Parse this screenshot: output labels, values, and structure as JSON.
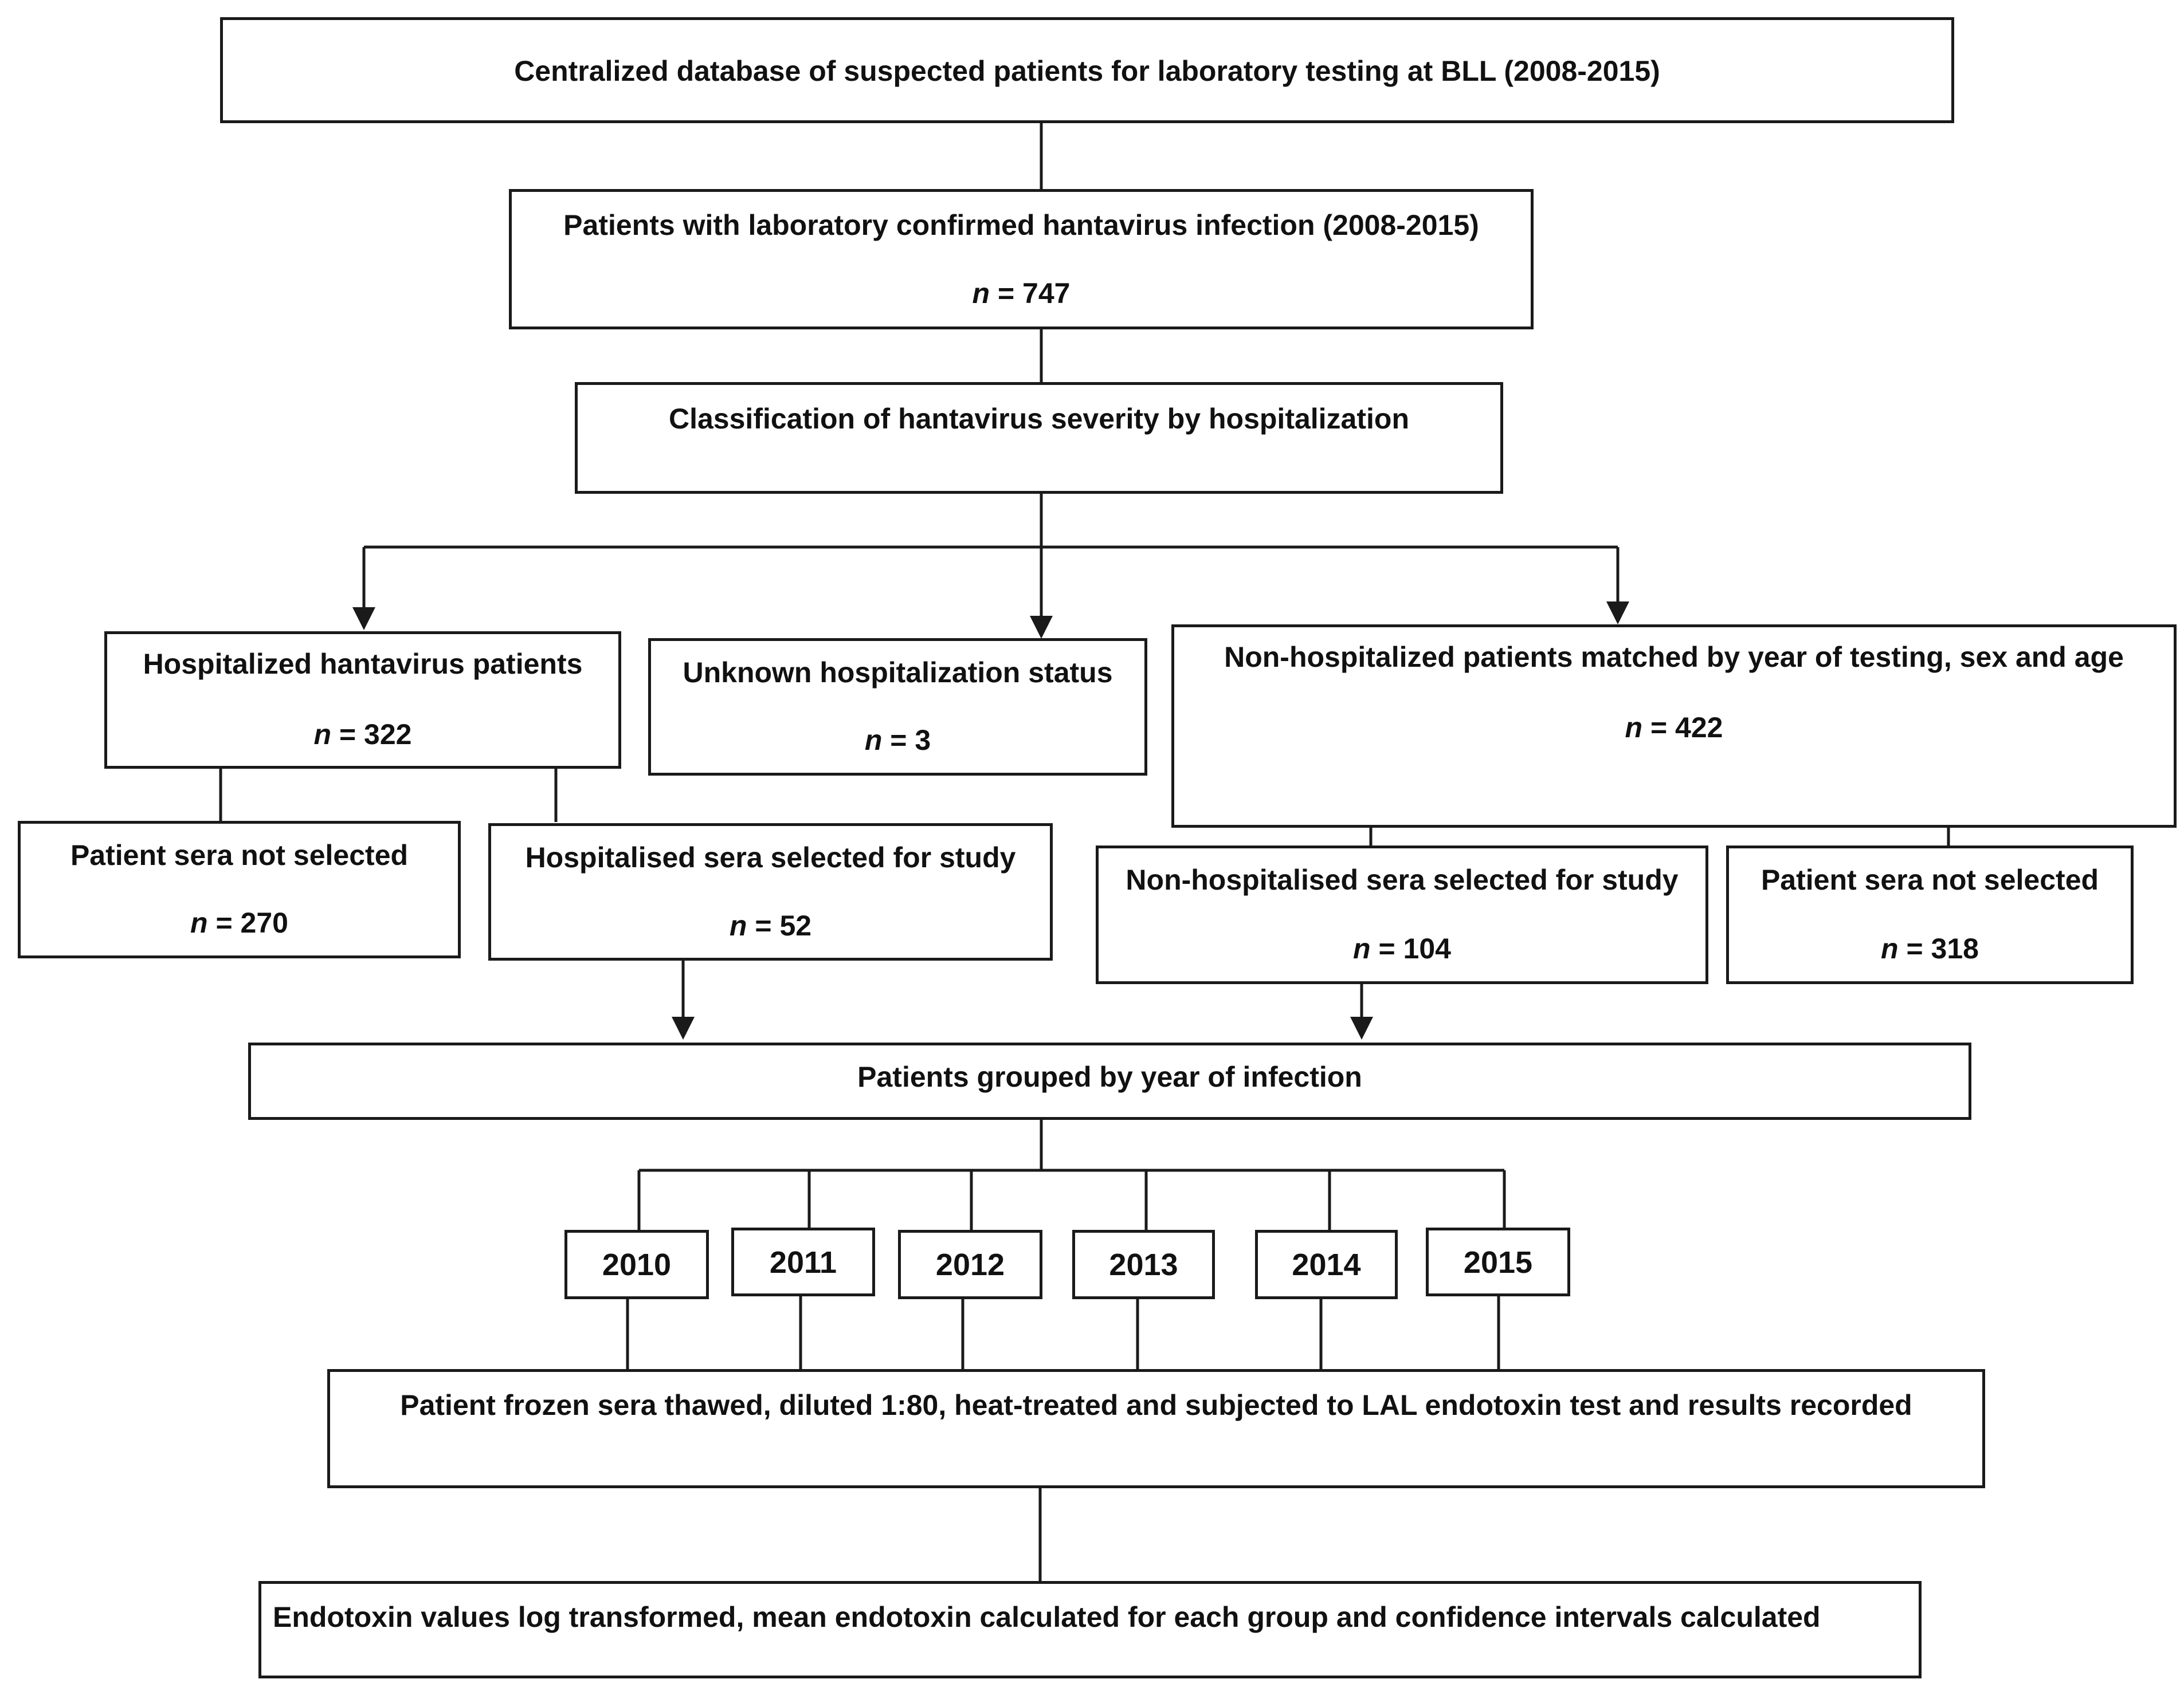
{
  "nodes": {
    "database": {
      "text": "Centralized database of suspected patients for laboratory testing at BLL (2008-2015)"
    },
    "confirmed": {
      "text": "Patients with laboratory confirmed hantavirus infection (2008-2015)",
      "n_symbol": "n",
      "n_value": "= 747"
    },
    "classification": {
      "text": "Classification of hantavirus severity by hospitalization"
    },
    "hospitalized": {
      "text": "Hospitalized hantavirus patients",
      "n_symbol": "n",
      "n_value": " = 322"
    },
    "unknown": {
      "text": "Unknown hospitalization status",
      "n_symbol": "n",
      "n_value": " = 3"
    },
    "non_hospitalized": {
      "text": "Non-hospitalized patients matched by year of testing, sex and age",
      "n_symbol": "n",
      "n_value": "= 422"
    },
    "hosp_not_selected": {
      "text": "Patient sera not selected",
      "n_symbol": "n",
      "n_value": " = 270"
    },
    "hosp_selected": {
      "text": "Hospitalised sera selected for study",
      "n_symbol": "n",
      "n_value": " = 52"
    },
    "nonhosp_selected": {
      "text": "Non-hospitalised sera selected for study",
      "n_symbol": "n",
      "n_value": " = 104"
    },
    "nonhosp_not_selected": {
      "text": "Patient sera not selected",
      "n_symbol": "n",
      "n_value": " = 318"
    },
    "grouped": {
      "text": "Patients grouped by year of infection"
    },
    "years": [
      "2010",
      "2011",
      "2012",
      "2013",
      "2014",
      "2015"
    ],
    "lal_test": {
      "text": "Patient frozen sera thawed, diluted 1:80, heat-treated and subjected to LAL endotoxin test and results recorded"
    },
    "analysis": {
      "text": "Endotoxin values log transformed, mean endotoxin calculated for each group and confidence intervals calculated"
    }
  },
  "colors": {
    "border": "#1a1a1a",
    "text": "#111111",
    "background": "#ffffff"
  }
}
